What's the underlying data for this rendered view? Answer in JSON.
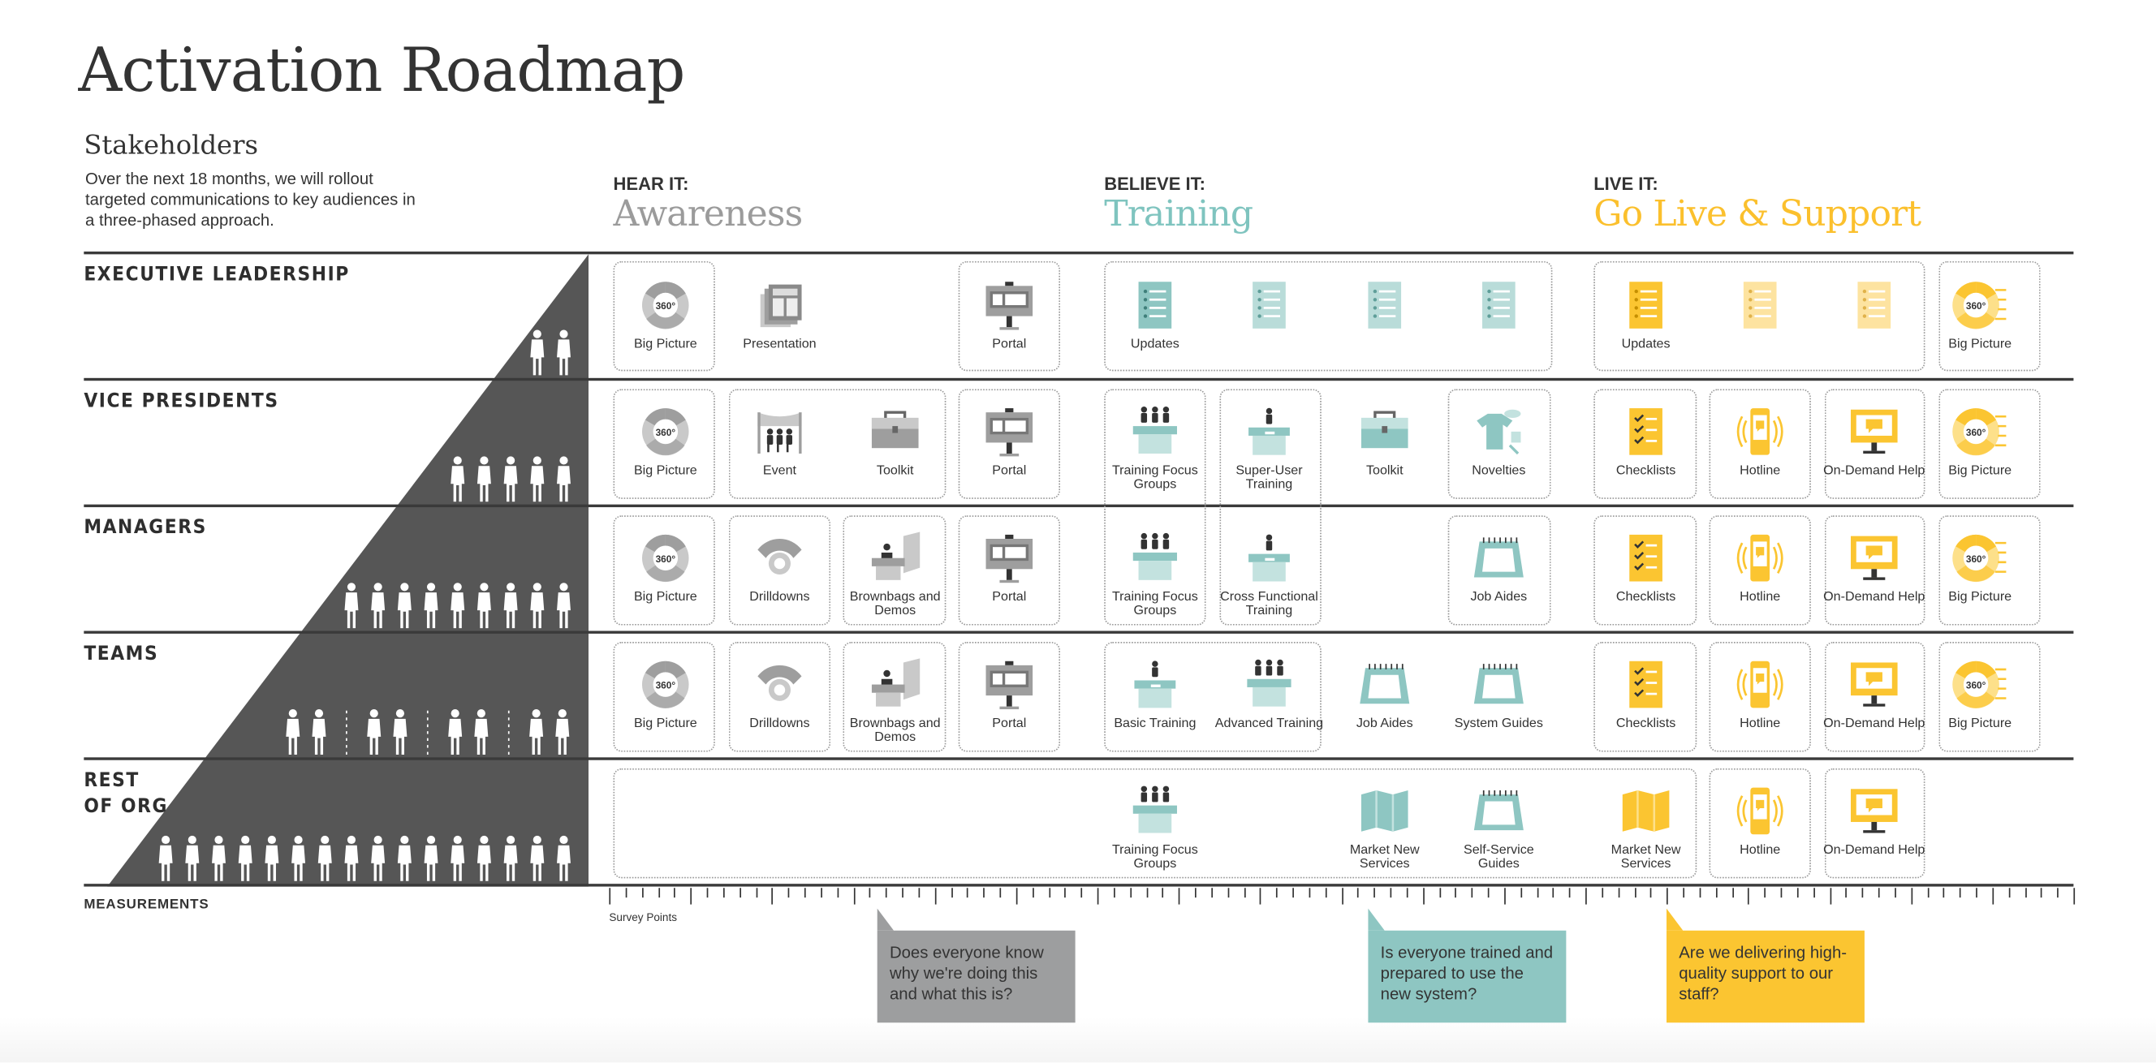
{
  "title": "Activation Roadmap",
  "stakeholders": {
    "heading": "Stakeholders",
    "description": "Over the next 18 months, we will rollout targeted communications to key audiences in a three-phased approach."
  },
  "colors": {
    "gray": "#9e9e9e",
    "teal": "#8ec6c2",
    "yellow": "#fbc531",
    "dark": "#565656"
  },
  "phases": [
    {
      "kicker": "HEAR IT:",
      "name": "Awareness",
      "color": "#9e9e9e"
    },
    {
      "kicker": "BELIEVE IT:",
      "name": "Training",
      "color": "#7fc4bf"
    },
    {
      "kicker": "LIVE IT:",
      "name": "Go Live & Support",
      "color": "#fbc02d"
    }
  ],
  "icon_text_360": "360°",
  "rows": [
    {
      "label": "EXECUTIVE LEADERSHIP",
      "people": 2,
      "items": [
        {
          "label": "Big Picture",
          "icon": "bigpicture",
          "color": "gray"
        },
        {
          "label": "Presentation",
          "icon": "presentation",
          "color": "gray"
        },
        {
          "label": "Portal",
          "icon": "portal",
          "color": "gray"
        },
        {
          "label": "Updates",
          "icon": "updates",
          "color": "teal"
        },
        {
          "label": "",
          "icon": "updates",
          "color": "teal-light"
        },
        {
          "label": "",
          "icon": "updates",
          "color": "teal-light"
        },
        {
          "label": "",
          "icon": "updates",
          "color": "teal-light"
        },
        {
          "label": "Updates",
          "icon": "updates",
          "color": "yellow"
        },
        {
          "label": "",
          "icon": "updates",
          "color": "yellow-light"
        },
        {
          "label": "",
          "icon": "updates",
          "color": "yellow-light"
        },
        {
          "label": "Big Picture",
          "icon": "bigpicture",
          "color": "yellow"
        }
      ]
    },
    {
      "label": "VICE PRESIDENTS",
      "people": 5,
      "items": [
        {
          "label": "Big Picture",
          "icon": "bigpicture",
          "color": "gray"
        },
        {
          "label": "Event",
          "icon": "event",
          "color": "gray"
        },
        {
          "label": "Toolkit",
          "icon": "toolkit",
          "color": "gray"
        },
        {
          "label": "Portal",
          "icon": "portal",
          "color": "gray"
        },
        {
          "label": "Training Focus Groups",
          "icon": "training3",
          "color": "teal"
        },
        {
          "label": "Super-User Training",
          "icon": "training1",
          "color": "teal"
        },
        {
          "label": "Toolkit",
          "icon": "toolkit",
          "color": "teal"
        },
        {
          "label": "Novelties",
          "icon": "novelties",
          "color": "teal"
        },
        {
          "label": "Checklists",
          "icon": "checklist",
          "color": "yellow"
        },
        {
          "label": "Hotline",
          "icon": "hotline",
          "color": "yellow"
        },
        {
          "label": "On-Demand Help",
          "icon": "ondemand",
          "color": "yellow"
        },
        {
          "label": "Big Picture",
          "icon": "bigpicture",
          "color": "yellow"
        }
      ]
    },
    {
      "label": "MANAGERS",
      "people": 9,
      "items": [
        {
          "label": "Big Picture",
          "icon": "bigpicture",
          "color": "gray"
        },
        {
          "label": "Drilldowns",
          "icon": "drilldown",
          "color": "gray"
        },
        {
          "label": "Brownbags and Demos",
          "icon": "brownbag",
          "color": "gray"
        },
        {
          "label": "Portal",
          "icon": "portal",
          "color": "gray"
        },
        {
          "label": "Training Focus Groups",
          "icon": "training3",
          "color": "teal"
        },
        {
          "label": "Cross Functional Training",
          "icon": "training1",
          "color": "teal"
        },
        {
          "label": "Job Aides",
          "icon": "jobaides",
          "color": "teal"
        },
        {
          "label": "Checklists",
          "icon": "checklist",
          "color": "yellow"
        },
        {
          "label": "Hotline",
          "icon": "hotline",
          "color": "yellow"
        },
        {
          "label": "On-Demand Help",
          "icon": "ondemand",
          "color": "yellow"
        },
        {
          "label": "Big Picture",
          "icon": "bigpicture",
          "color": "yellow"
        }
      ]
    },
    {
      "label": "TEAMS",
      "people": 8,
      "items": [
        {
          "label": "Big Picture",
          "icon": "bigpicture",
          "color": "gray"
        },
        {
          "label": "Drilldowns",
          "icon": "drilldown",
          "color": "gray"
        },
        {
          "label": "Brownbags and Demos",
          "icon": "brownbag",
          "color": "gray"
        },
        {
          "label": "Portal",
          "icon": "portal",
          "color": "gray"
        },
        {
          "label": "Basic Training",
          "icon": "training1",
          "color": "teal"
        },
        {
          "label": "Advanced Training",
          "icon": "training3",
          "color": "teal"
        },
        {
          "label": "Job Aides",
          "icon": "jobaides",
          "color": "teal"
        },
        {
          "label": "System Guides",
          "icon": "jobaides",
          "color": "teal"
        },
        {
          "label": "Checklists",
          "icon": "checklist",
          "color": "yellow"
        },
        {
          "label": "Hotline",
          "icon": "hotline",
          "color": "yellow"
        },
        {
          "label": "On-Demand Help",
          "icon": "ondemand",
          "color": "yellow"
        },
        {
          "label": "Big Picture",
          "icon": "bigpicture",
          "color": "yellow"
        }
      ]
    },
    {
      "label": "REST OF ORG",
      "people": 16,
      "items": [
        {
          "label": "Training Focus Groups",
          "icon": "training3",
          "color": "teal"
        },
        {
          "label": "Market New Services",
          "icon": "map",
          "color": "teal"
        },
        {
          "label": "Self-Service Guides",
          "icon": "jobaides",
          "color": "teal"
        },
        {
          "label": "Market New Services",
          "icon": "map",
          "color": "yellow"
        },
        {
          "label": "Hotline",
          "icon": "hotline",
          "color": "yellow"
        },
        {
          "label": "On-Demand Help",
          "icon": "ondemand",
          "color": "yellow"
        }
      ]
    }
  ],
  "measurements": {
    "label": "MEASUREMENTS",
    "survey_label": "Survey Points",
    "questions": [
      {
        "text": "Does everyone know why we're doing this and what this is?",
        "color": "#9d9e9f"
      },
      {
        "text": "Is everyone trained and prepared to use the new system?",
        "color": "#8ec6c2"
      },
      {
        "text": "Are we delivering high-quality support to our staff?",
        "color": "#fbc531"
      }
    ]
  }
}
